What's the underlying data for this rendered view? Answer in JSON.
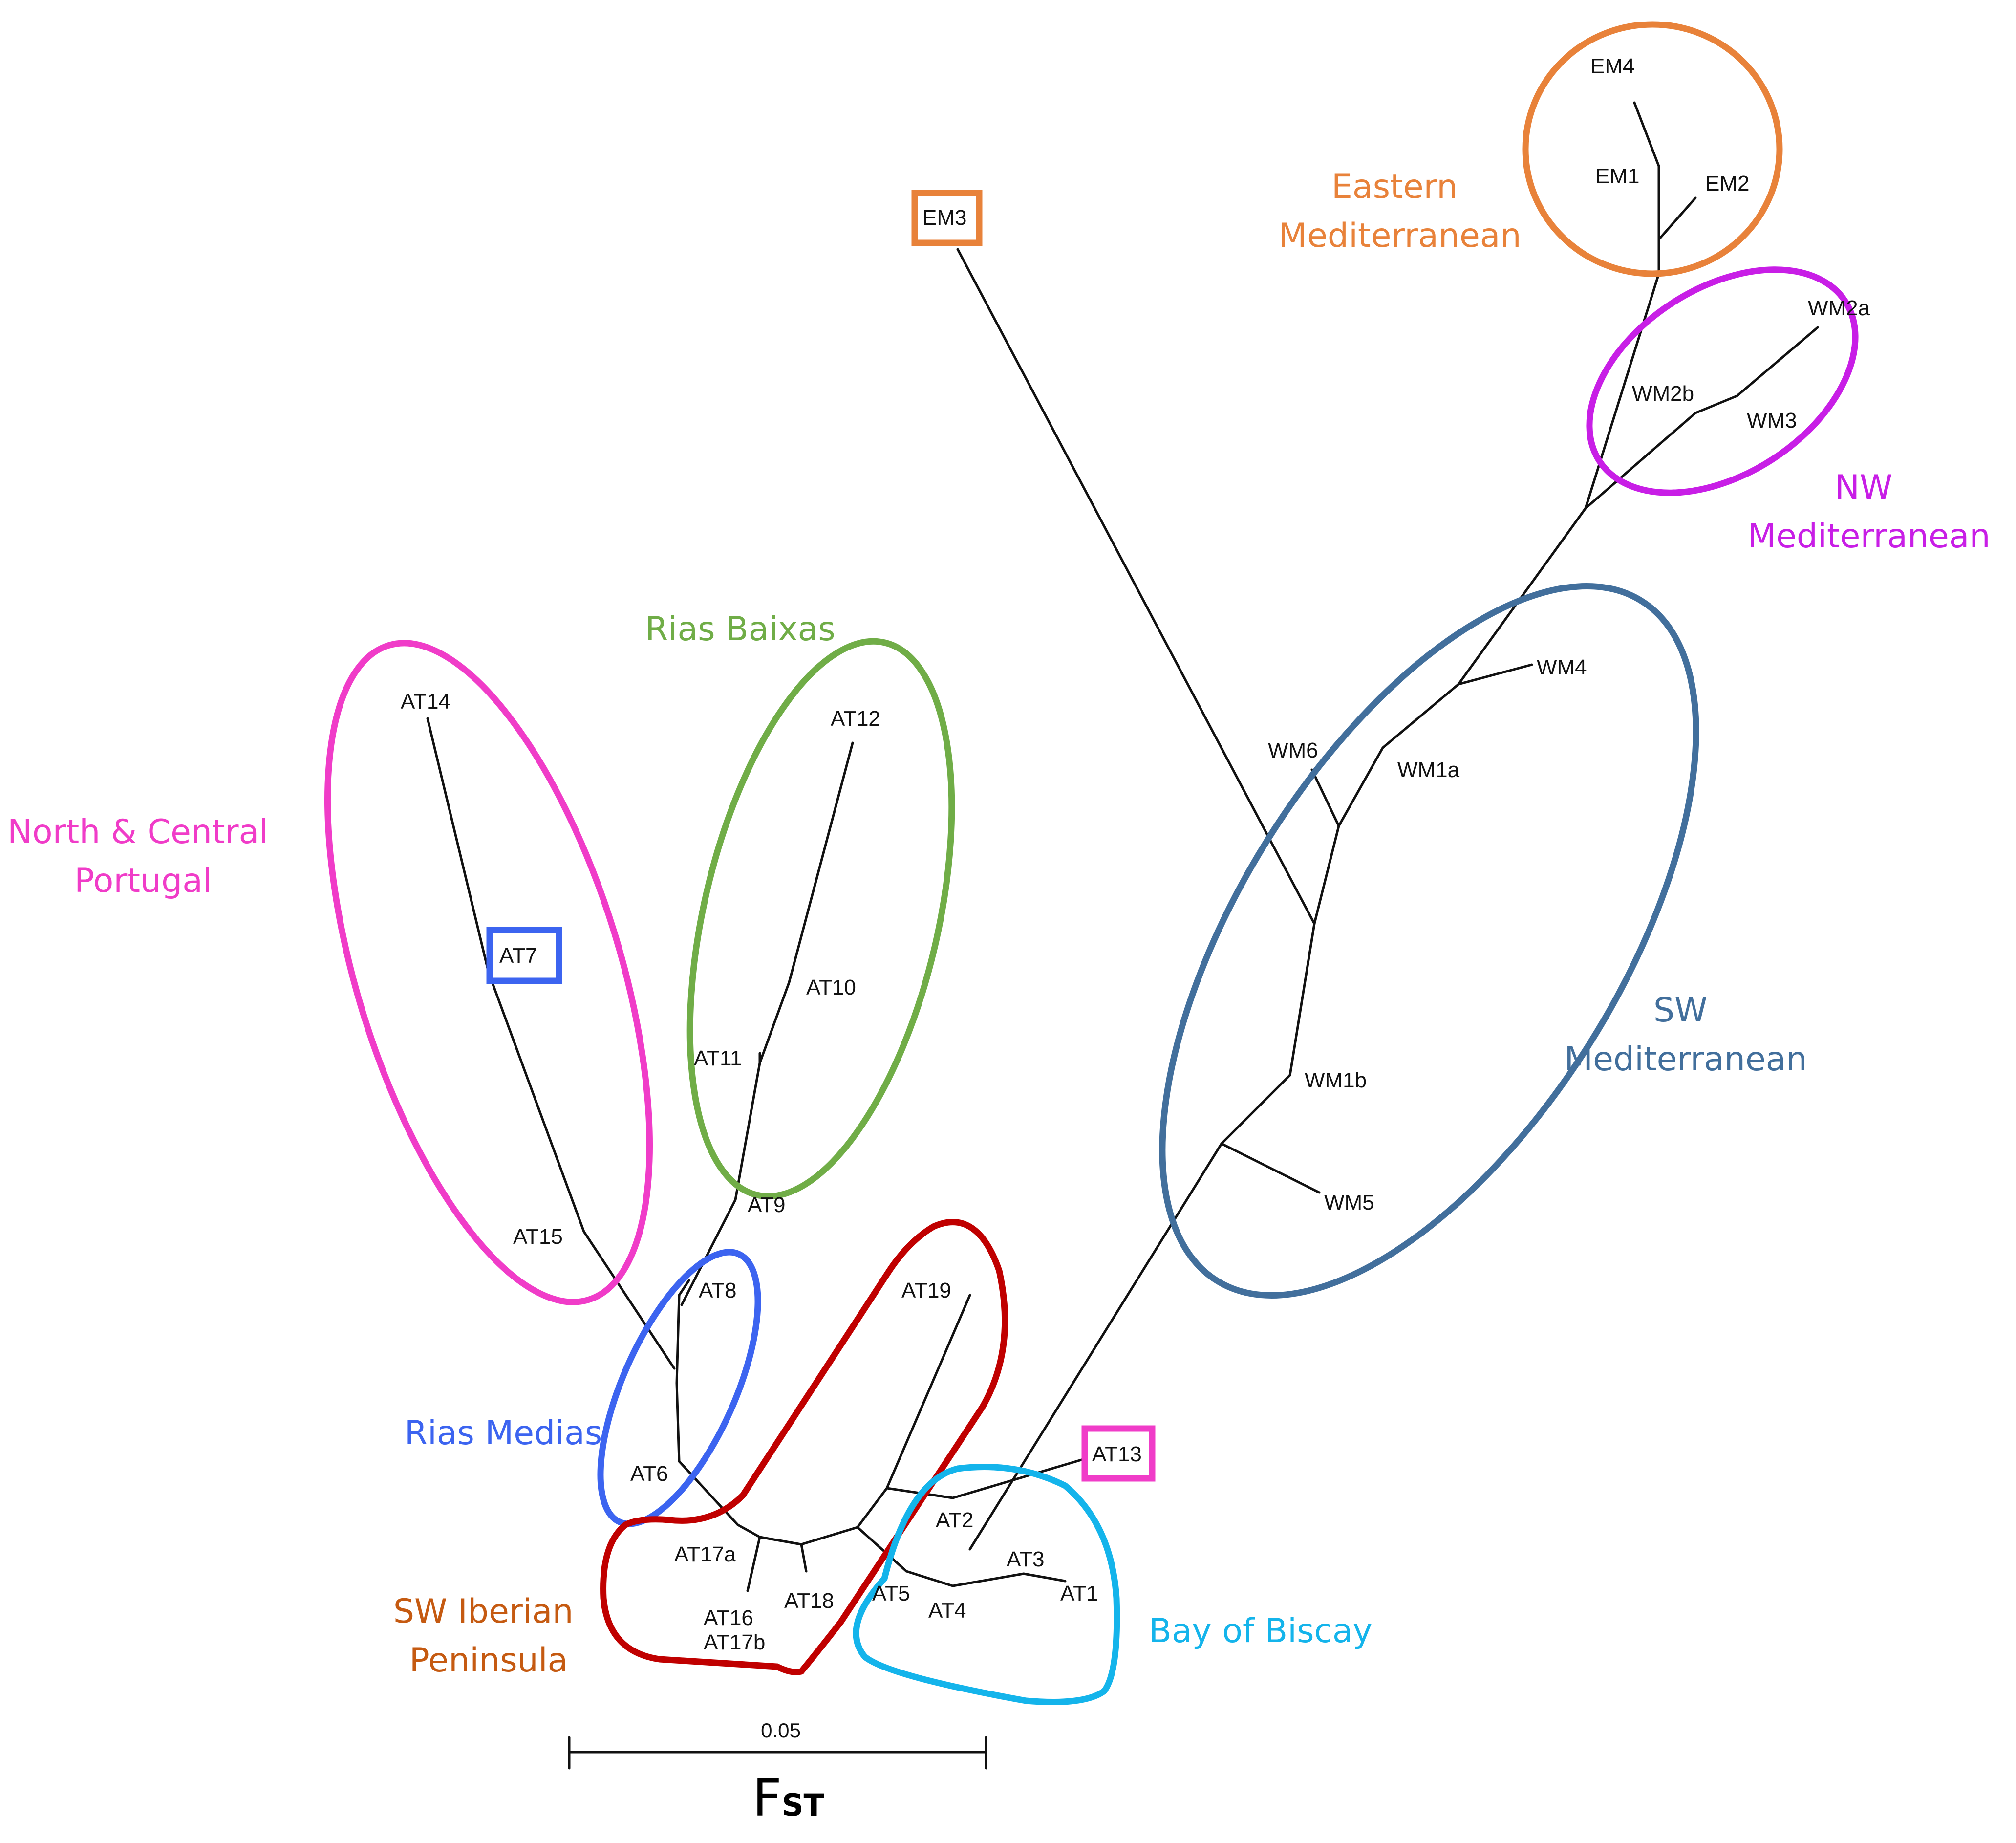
{
  "colors": {
    "branch": "#111111",
    "eastern_mediterranean": "#e8823a",
    "nw_mediterranean": "#c81ee6",
    "sw_mediterranean": "#426f9c",
    "rias_baixas": "#70ad47",
    "north_central_portugal": "#f03cc8",
    "rias_medias": "#3c64f0",
    "sw_iberian": "#c00000",
    "sw_iberian_label": "#c55a11",
    "bay_of_biscay": "#14b4eb"
  },
  "groups": {
    "eastern_mediterranean": [
      "Eastern",
      "Mediterranean"
    ],
    "nw_mediterranean": [
      "NW",
      "Mediterranean"
    ],
    "sw_mediterranean": [
      "SW",
      "Mediterranean"
    ],
    "rias_baixas": [
      "Rias Baixas"
    ],
    "north_central_portugal": [
      "North & Central",
      "Portugal"
    ],
    "rias_medias": [
      "Rias Medias"
    ],
    "sw_iberian": [
      "SW Iberian",
      "Peninsula"
    ],
    "bay_of_biscay": [
      "Bay of Biscay"
    ]
  },
  "leaves": {
    "EM4": "EM4",
    "EM1": "EM1",
    "EM2": "EM2",
    "EM3": "EM3",
    "WM2a": "WM2a",
    "WM2b": "WM2b",
    "WM3": "WM3",
    "WM4": "WM4",
    "WM6": "WM6",
    "WM1a": "WM1a",
    "WM1b": "WM1b",
    "WM5": "WM5",
    "AT1": "AT1",
    "AT2": "AT2",
    "AT3": "AT3",
    "AT4": "AT4",
    "AT5": "AT5",
    "AT6": "AT6",
    "AT7": "AT7",
    "AT8": "AT8",
    "AT9": "AT9",
    "AT10": "AT10",
    "AT11": "AT11",
    "AT12": "AT12",
    "AT13": "AT13",
    "AT14": "AT14",
    "AT15": "AT15",
    "AT16": "AT16",
    "AT17a": "AT17a",
    "AT17b": "AT17b",
    "AT18": "AT18",
    "AT19": "AT19"
  },
  "scale_bar": {
    "value": "0.05",
    "axis_label_main": "F",
    "axis_label_sub": "ST"
  }
}
